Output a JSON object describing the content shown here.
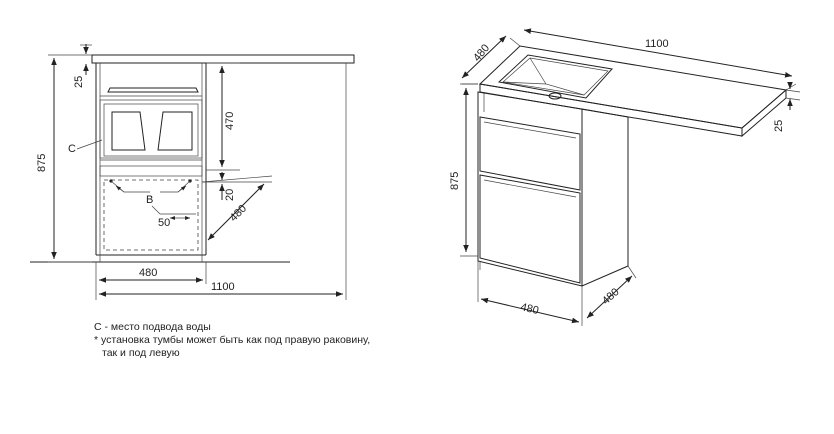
{
  "front_view": {
    "dim_total_height": "875",
    "dim_top_thickness": "25",
    "dim_sink_zone": "470",
    "dim_offset_20": "20",
    "dim_depth_480": "480",
    "dim_offset_50": "50",
    "label_c": "C",
    "label_b": "B",
    "dim_cabinet_width": "480",
    "dim_total_width": "1100"
  },
  "iso_view": {
    "dim_depth": "480",
    "dim_length": "1100",
    "dim_height": "875",
    "dim_thickness": "25",
    "dim_bottom_width": "480",
    "dim_bottom_depth": "480"
  },
  "notes": {
    "line1": "C - место подвода воды",
    "line2": "* установка тумбы может быть как под правую раковину,",
    "line3": "так и под левую"
  }
}
